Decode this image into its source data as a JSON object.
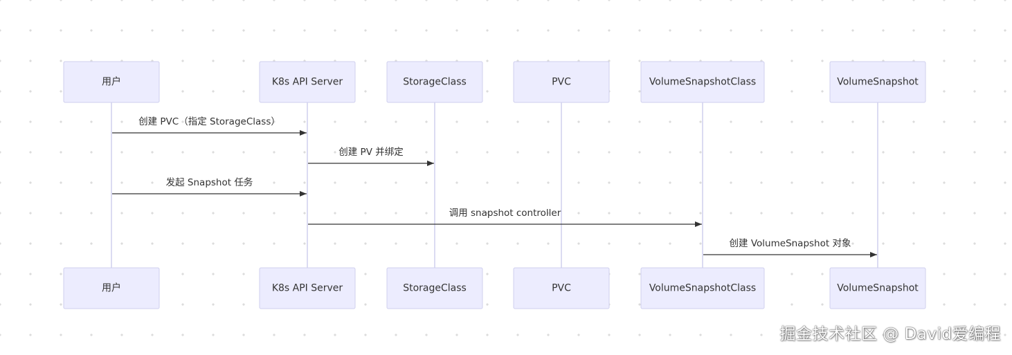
{
  "actors": [
    {
      "id": "user",
      "label": "用户"
    },
    {
      "id": "api",
      "label": "K8s API Server"
    },
    {
      "id": "sc",
      "label": "StorageClass"
    },
    {
      "id": "pvc",
      "label": "PVC"
    },
    {
      "id": "vsc",
      "label": "VolumeSnapshotClass"
    },
    {
      "id": "vs",
      "label": "VolumeSnapshot"
    }
  ],
  "messages": [
    {
      "from": "user",
      "to": "api",
      "label": "创建 PVC（指定 StorageClass）"
    },
    {
      "from": "api",
      "to": "sc",
      "label": "创建 PV 并绑定"
    },
    {
      "from": "user",
      "to": "api",
      "label": "发起 Snapshot 任务"
    },
    {
      "from": "api",
      "to": "vsc",
      "label": "调用 snapshot controller"
    },
    {
      "from": "vsc",
      "to": "vs",
      "label": "创建 VolumeSnapshot 对象"
    }
  ],
  "watermark": "掘金技术社区 @ David爱编程",
  "colors": {
    "actor_fill": "#ececfe",
    "actor_stroke": "#cfcfee",
    "lifeline": "#cfcfee",
    "message": "#333333",
    "text": "#333333"
  }
}
